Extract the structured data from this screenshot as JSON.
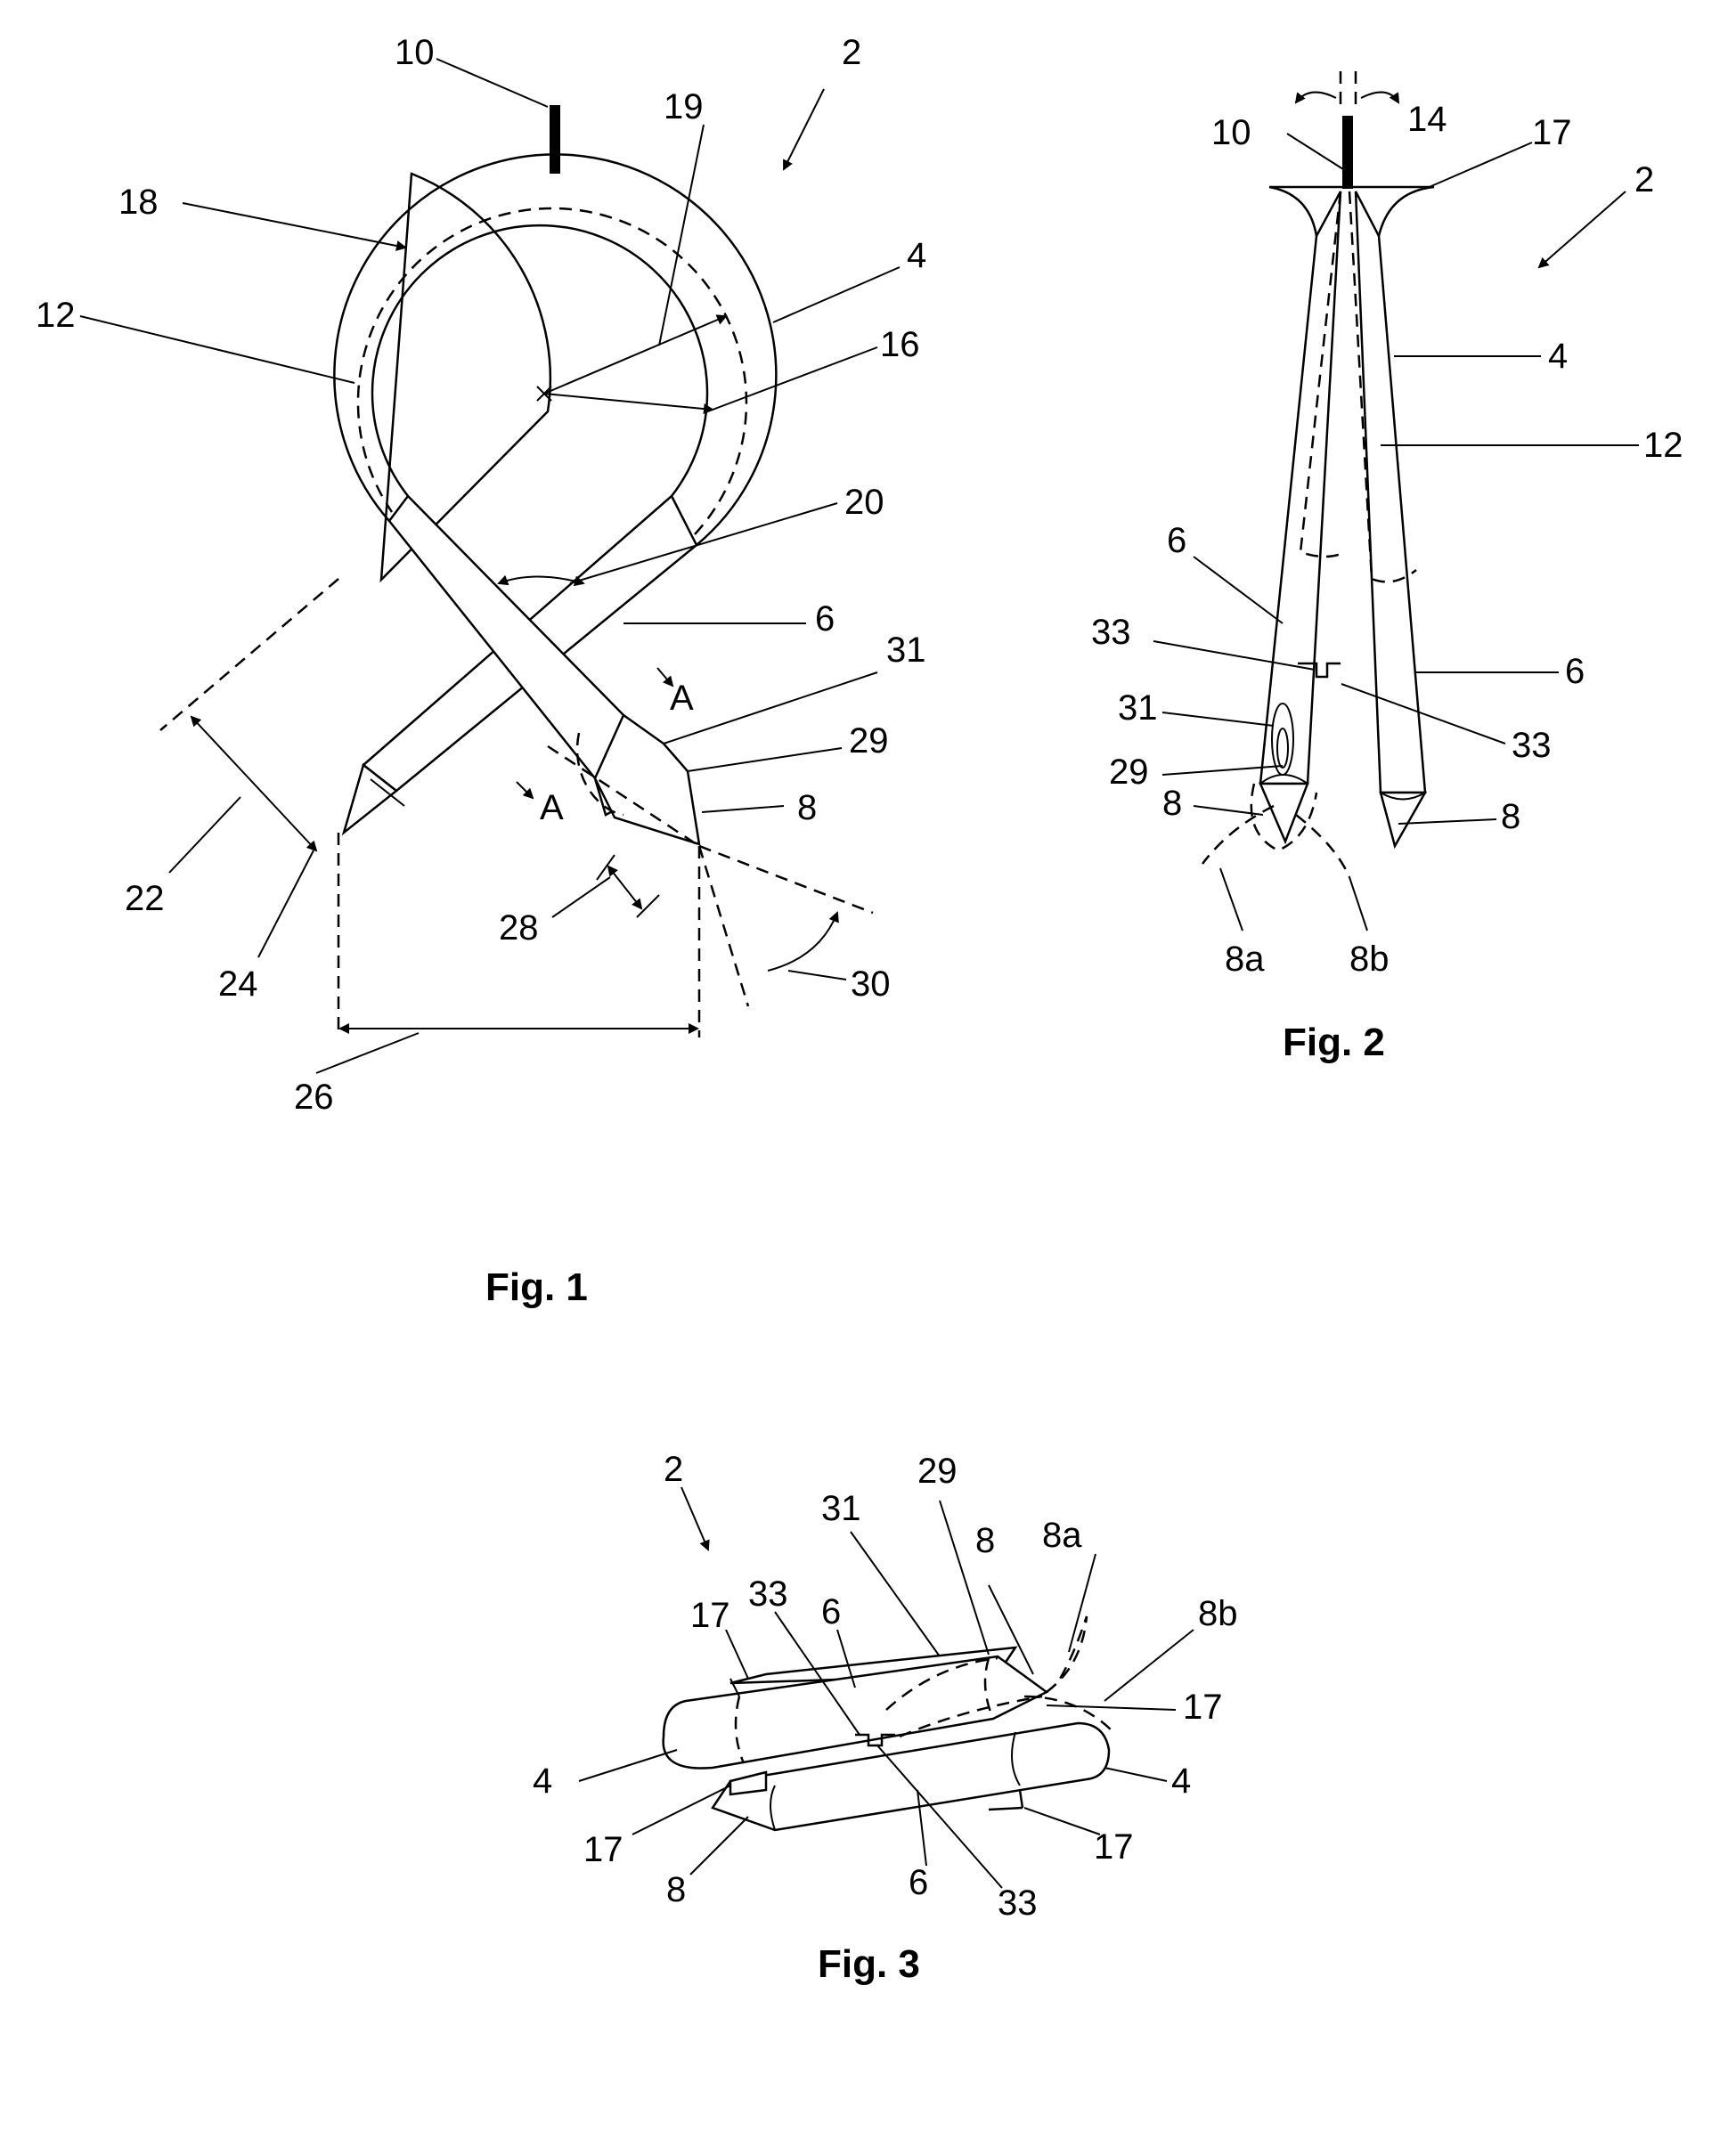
{
  "figures": {
    "fig1": {
      "caption": "Fig. 1",
      "labels": [
        "10",
        "2",
        "19",
        "18",
        "4",
        "12",
        "16",
        "20",
        "6",
        "31",
        "A",
        "29",
        "A",
        "8",
        "22",
        "24",
        "28",
        "30",
        "26"
      ]
    },
    "fig2": {
      "caption": "Fig. 2",
      "labels": [
        "10",
        "14",
        "17",
        "2",
        "4",
        "12",
        "6",
        "33",
        "6",
        "31",
        "33",
        "29",
        "8",
        "8",
        "8a",
        "8b"
      ]
    },
    "fig3": {
      "caption": "Fig. 3",
      "labels": [
        "2",
        "29",
        "31",
        "8",
        "8a",
        "33",
        "6",
        "17",
        "8b",
        "17",
        "4",
        "4",
        "17",
        "17",
        "8",
        "6",
        "33"
      ]
    }
  }
}
